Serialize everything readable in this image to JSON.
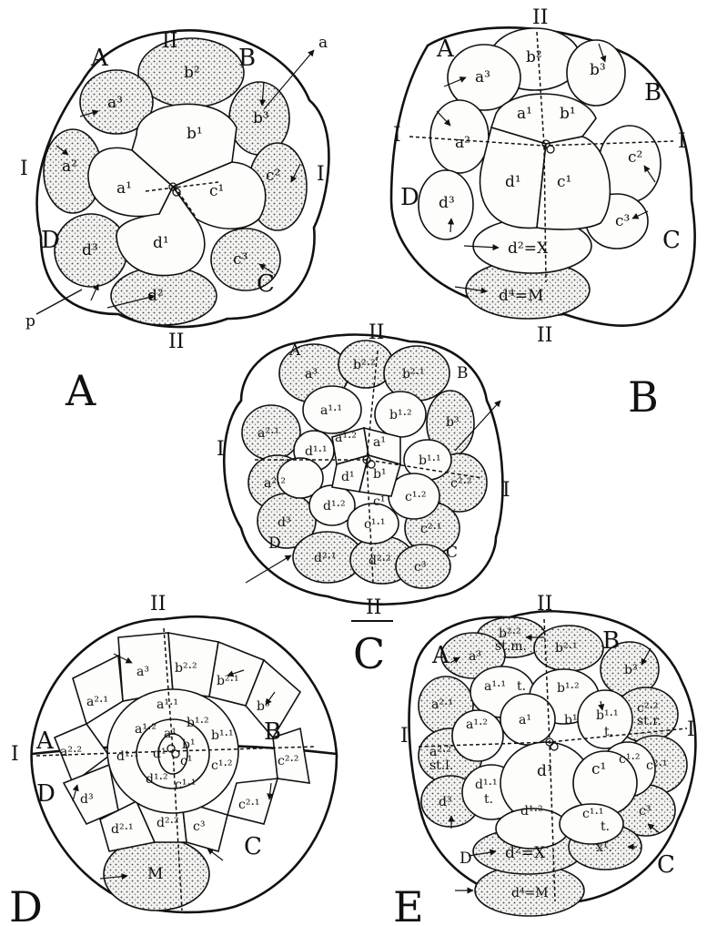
{
  "figures": [
    {
      "id": "A",
      "title": "A",
      "axes": {
        "I_left": "I",
        "I_right": "I",
        "II_top": "II",
        "II_bottom": "II"
      },
      "quadrants": [
        "A",
        "B",
        "D",
        "C"
      ],
      "markers": {
        "animal": "a",
        "posterior": "p"
      },
      "cells": [
        "b²",
        "b¹",
        "b³",
        "c²",
        "c¹",
        "c³",
        "d¹",
        "d²",
        "d³",
        "a¹",
        "a²",
        "a³"
      ]
    },
    {
      "id": "B",
      "title": "B",
      "axes": {
        "I_left": "I",
        "I_right": "I",
        "II_top": "II",
        "II_bottom": "II"
      },
      "quadrants": [
        "A",
        "B",
        "D",
        "C"
      ],
      "cells": [
        "b²",
        "b³",
        "a³",
        "a¹",
        "b¹",
        "a²",
        "d¹",
        "c¹",
        "c²",
        "d³",
        "c³",
        "d²=X",
        "d⁴=M"
      ]
    },
    {
      "id": "C",
      "title": "C",
      "axes": {
        "I_left": "I",
        "I_right": "I",
        "II_top": "II",
        "II_bottom": "II"
      },
      "quadrants": [
        "A",
        "B",
        "D",
        "C"
      ],
      "cells": [
        "a³",
        "b²·²",
        "b²·¹",
        "a¹·¹",
        "b¹·²",
        "b³",
        "a²·¹",
        "a¹·²",
        "a¹",
        "b¹",
        "b¹·¹",
        "a²·²",
        "d¹·¹",
        "d¹",
        "c¹",
        "c²·²",
        "c¹·²",
        "d³",
        "d¹·²",
        "c¹·¹",
        "c²·¹",
        "d²·¹",
        "d²·²",
        "c³"
      ]
    },
    {
      "id": "D",
      "title": "D",
      "axes": {
        "I_left": "I",
        "II_top": "II"
      },
      "quadrants": [
        "A",
        "B",
        "D",
        "C"
      ],
      "cells": [
        "a³",
        "b²·²",
        "a²·¹",
        "b²·¹",
        "b³",
        "a¹·¹",
        "a¹·²",
        "a¹",
        "b¹·²",
        "b¹",
        "b¹·¹",
        "a²·²",
        "d¹·¹",
        "d¹",
        "c¹",
        "c¹·²",
        "c²·²",
        "d³",
        "d¹·²",
        "c¹·¹",
        "d²·¹",
        "d²·²",
        "c²·¹",
        "c³",
        "M"
      ]
    },
    {
      "id": "E",
      "title": "E",
      "axes": {
        "I_left": "I",
        "I_right": "I",
        "II_top": "II"
      },
      "quadrants": [
        "A",
        "B",
        "D",
        "C"
      ],
      "cells": [
        "a³",
        "b²·²",
        "st.m.",
        "b²·¹",
        "b³",
        "a²·¹",
        "a¹·¹",
        "t.",
        "b¹·²",
        "a¹",
        "b¹",
        "b¹·¹",
        "c²·²",
        "st.r.",
        "a¹·²",
        "t.",
        "c¹·²",
        "a²·²",
        "st.l.",
        "d¹",
        "c¹",
        "c²·¹",
        "d¹·¹",
        "t.",
        "d³",
        "d¹·²",
        "c¹·¹",
        "t.",
        "c³",
        "d²=X",
        "x¹.",
        "d⁴=M"
      ]
    }
  ]
}
